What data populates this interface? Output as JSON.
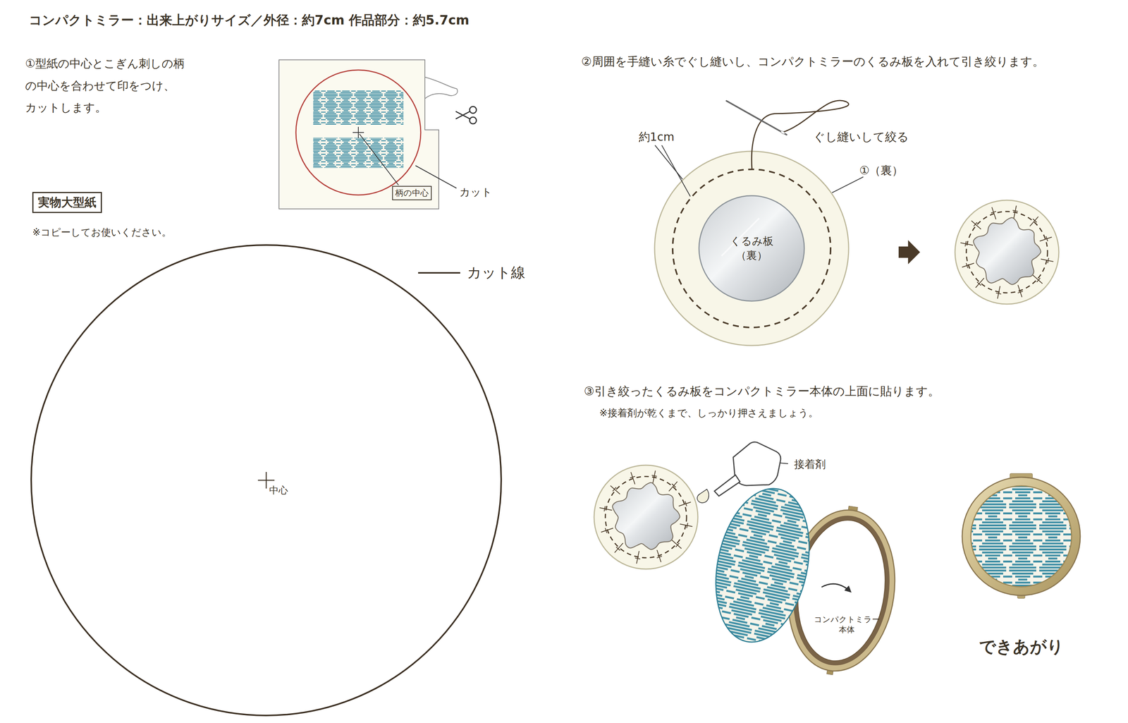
{
  "diagram": {
    "title": "コンパクトミラー：出来上がりサイズ／外径：約7cm 作品部分：約5.7cm",
    "nodes": [
      {
        "text": [
          "柄の中心"
        ]
      },
      {
        "text": [
          "実物大型紙"
        ]
      },
      {
        "text": [
          "中心"
        ]
      },
      {
        "text": [
          "くるみ板 （裏）"
        ]
      }
    ],
    "labels": [
      "①型紙の中心とこぎん刺しの柄 の中心を合わせて印をつけ、 カットします。",
      "カット",
      "※コピーしてお使いください。",
      "②周囲を手縫い糸でぐし縫いし、コンパクトミラーのくるみ板を入れて引き絞ります。",
      "約1cm",
      "ぐし縫いして絞る",
      "①（裏）",
      "③引き絞ったくるみ板をコンパクトミラー本体の上面に貼ります。",
      "※接着剤が乾くまで、しっかり押さえましょう。",
      "接着剤",
      "コンパクトミラー 本体",
      "できあがり"
    ],
    "legend": [
      {
        "text": "カット線"
      }
    ]
  }
}
